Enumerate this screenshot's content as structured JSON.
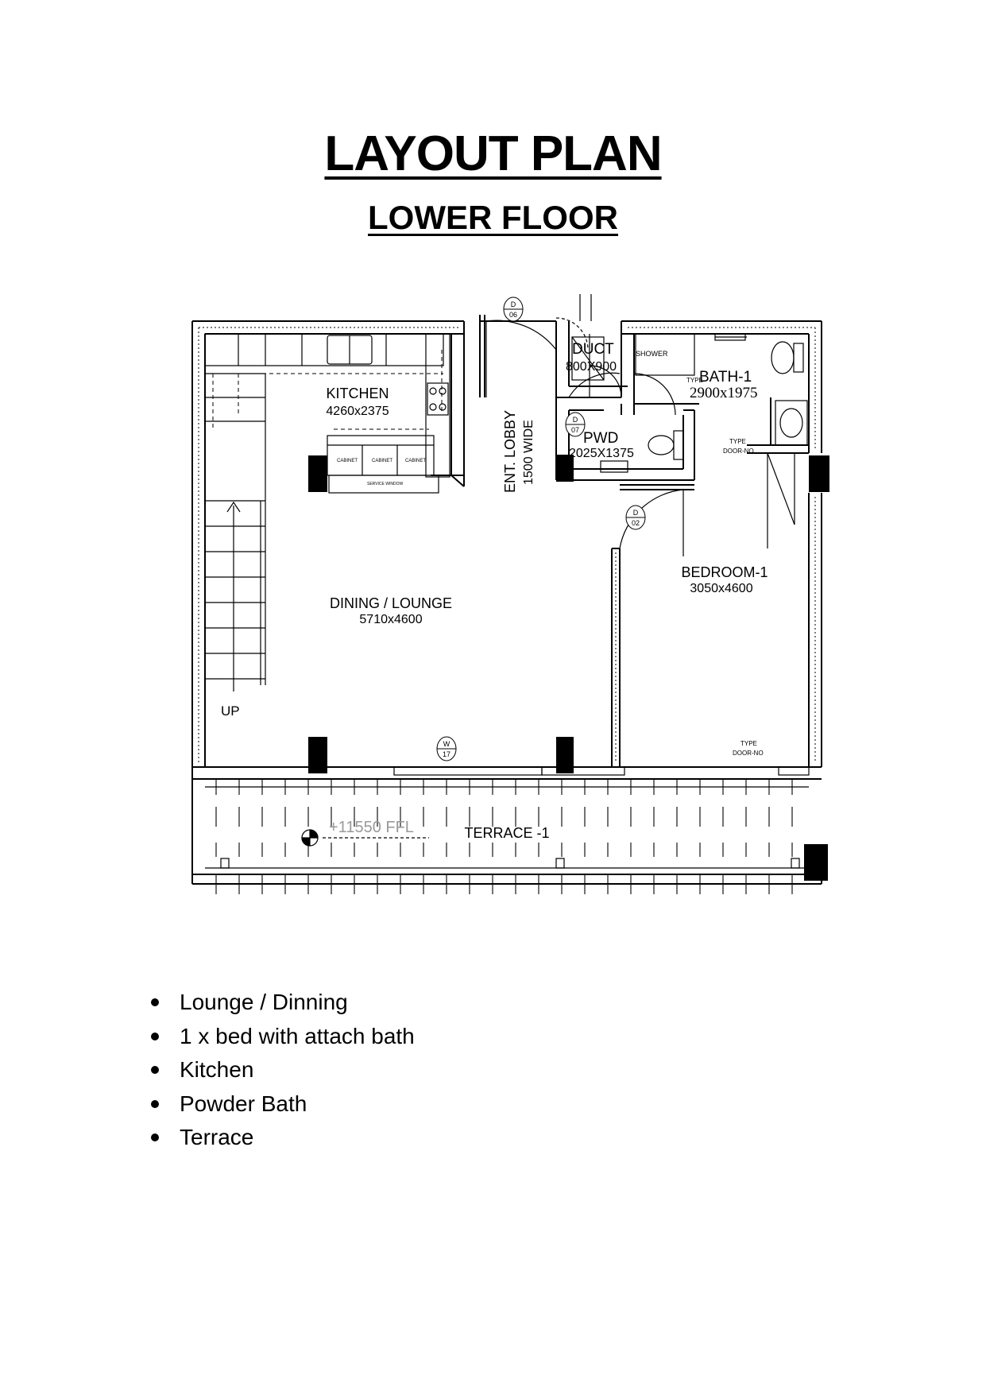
{
  "header": {
    "title": "LAYOUT PLAN",
    "subtitle": "LOWER FLOOR"
  },
  "plan": {
    "rooms": {
      "kitchen": {
        "name": "KITCHEN",
        "size": "4260x2375"
      },
      "lobby": {
        "name": "ENT. LOBBY",
        "size": "1500 WIDE"
      },
      "duct": {
        "name": "DUCT",
        "size": "800X900"
      },
      "bath": {
        "name": "BATH-1",
        "size": "2900x1975"
      },
      "pwd": {
        "name": "PWD",
        "size": "2025X1375"
      },
      "bedroom": {
        "name": "BEDROOM-1",
        "size": "3050x4600"
      },
      "lounge": {
        "name": "DINING / LOUNGE",
        "size": "5710x4600"
      },
      "terrace": {
        "name": "TERRACE -1",
        "level": "+11550 FFL"
      }
    },
    "stair_label": "UP",
    "shower_label": "SHOWER",
    "door_tags": {
      "d06": {
        "letter": "D",
        "num": "06"
      },
      "d07": {
        "letter": "D",
        "num": "07"
      },
      "d02": {
        "letter": "D",
        "num": "02"
      },
      "w17": {
        "letter": "W",
        "num": "17"
      }
    },
    "typ_door_label": "TYPE",
    "typ_door_sub": "DOOR-NO",
    "cabinet_label": "CABINET",
    "window_label": "SERVICE WINDOW"
  },
  "features": [
    "Lounge / Dinning",
    "1 x bed with attach bath",
    "Kitchen",
    "Powder Bath",
    "Terrace"
  ]
}
